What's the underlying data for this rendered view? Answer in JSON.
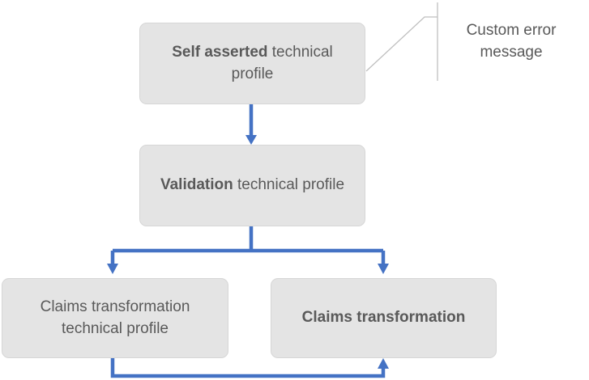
{
  "diagram": {
    "nodes": [
      {
        "id": "self-asserted-technical-profile",
        "bold_prefix": "Self asserted",
        "rest": " technical profile"
      },
      {
        "id": "validation-technical-profile",
        "bold_prefix": "Validation",
        "rest": " technical profile"
      },
      {
        "id": "claims-transformation-technical-profile",
        "bold_prefix": "",
        "rest": "Claims transformation technical profile"
      },
      {
        "id": "claims-transformation",
        "bold_prefix": "Claims transformation",
        "rest": ""
      }
    ],
    "callout": {
      "label": "Custom error message"
    },
    "colors": {
      "node_fill": "#E4E4E4",
      "node_border": "#D6D6D6",
      "text": "#595959",
      "connector": "#4472C4",
      "leader_line": "#BFBFBF",
      "background": "#FFFFFF"
    }
  }
}
